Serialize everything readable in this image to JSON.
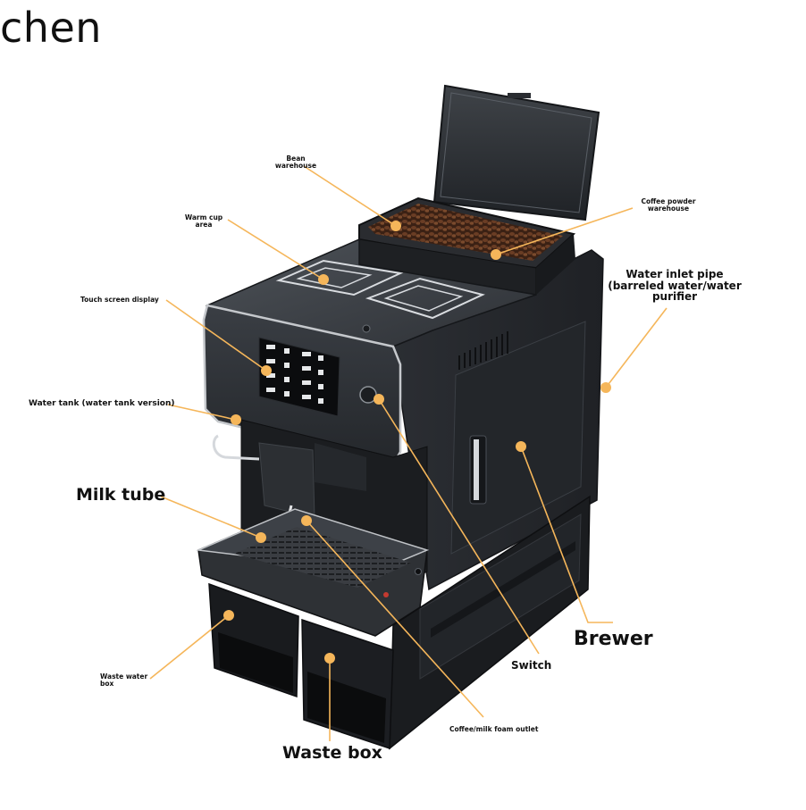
{
  "brand": "chen",
  "labels": {
    "bean_warehouse_1": "Bean",
    "bean_warehouse_2": "warehouse",
    "coffee_powder_1": "Coffee powder",
    "coffee_powder_2": "warehouse",
    "warm_cup_1": "Warm cup",
    "warm_cup_2": "area",
    "touch_screen": "Touch screen display",
    "water_inlet_1": "Water inlet pipe",
    "water_inlet_2": "(barreled water/water",
    "water_inlet_3": "purifier",
    "water_tank": "Water tank (water tank version)",
    "milk_tube": "Milk tube",
    "brewer": "Brewer",
    "switch": "Switch",
    "waste_water_1": "Waste water",
    "waste_water_2": "box",
    "coffee_outlet": "Coffee/milk foam outlet",
    "waste_box": "Waste box"
  },
  "colors": {
    "leader": "#f5b65a",
    "dot": "#f5b65a",
    "machine_dark": "#26292d",
    "machine_mid": "#33373c",
    "machine_light": "#4a4f55",
    "chrome": "#c9ccd0",
    "beans": "#5a3420",
    "text": "#111111"
  },
  "icons": [
    "touch-screen-icon",
    "power-switch-icon"
  ]
}
